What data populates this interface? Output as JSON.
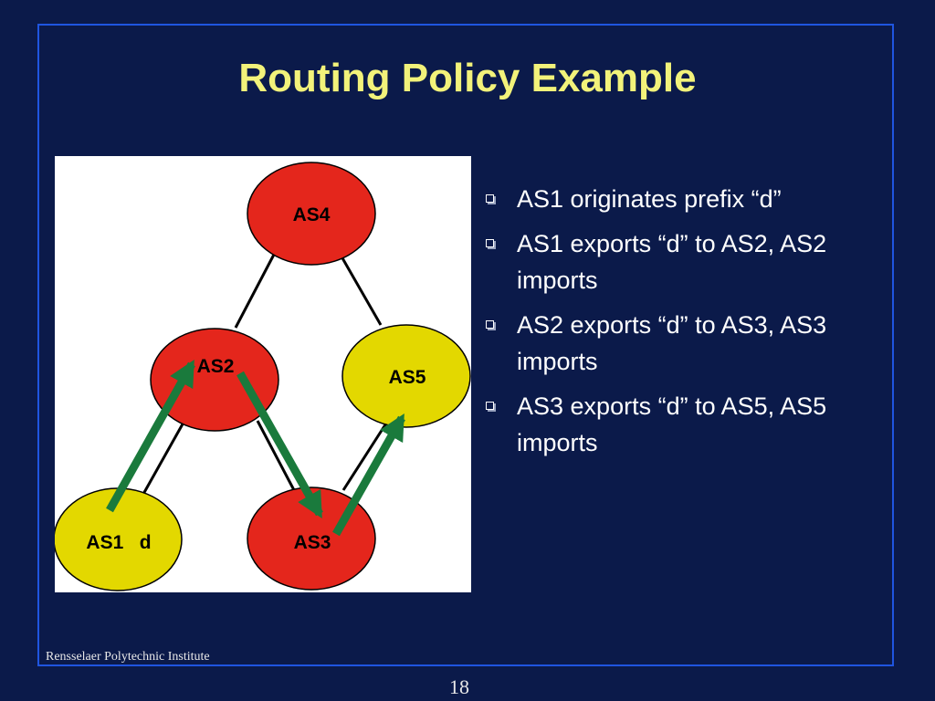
{
  "slide": {
    "title": "Routing Policy Example",
    "footer": "Rensselaer Polytechnic Institute",
    "page_number": "18"
  },
  "diagram": {
    "nodes": [
      {
        "id": "as4",
        "label": "AS4",
        "color": "#e4261c"
      },
      {
        "id": "as2",
        "label": "AS2",
        "color": "#e4261c"
      },
      {
        "id": "as5",
        "label": "AS5",
        "color": "#e3d800"
      },
      {
        "id": "as1",
        "label": "AS1   d",
        "color": "#e3d800"
      },
      {
        "id": "as3",
        "label": "AS3",
        "color": "#e4261c"
      }
    ],
    "links": [
      [
        "as4",
        "as2"
      ],
      [
        "as4",
        "as5"
      ],
      [
        "as2",
        "as1"
      ],
      [
        "as2",
        "as3"
      ],
      [
        "as3",
        "as5"
      ]
    ],
    "announcements": [
      [
        "as1",
        "as2"
      ],
      [
        "as2",
        "as3"
      ],
      [
        "as3",
        "as5"
      ]
    ],
    "arrow_color": "#1a7a3c"
  },
  "bullets": [
    "AS1 originates prefix “d”",
    "AS1 exports “d” to AS2, AS2 imports",
    "AS2 exports “d” to AS3, AS3 imports",
    "AS3 exports “d” to AS5, AS5 imports"
  ]
}
